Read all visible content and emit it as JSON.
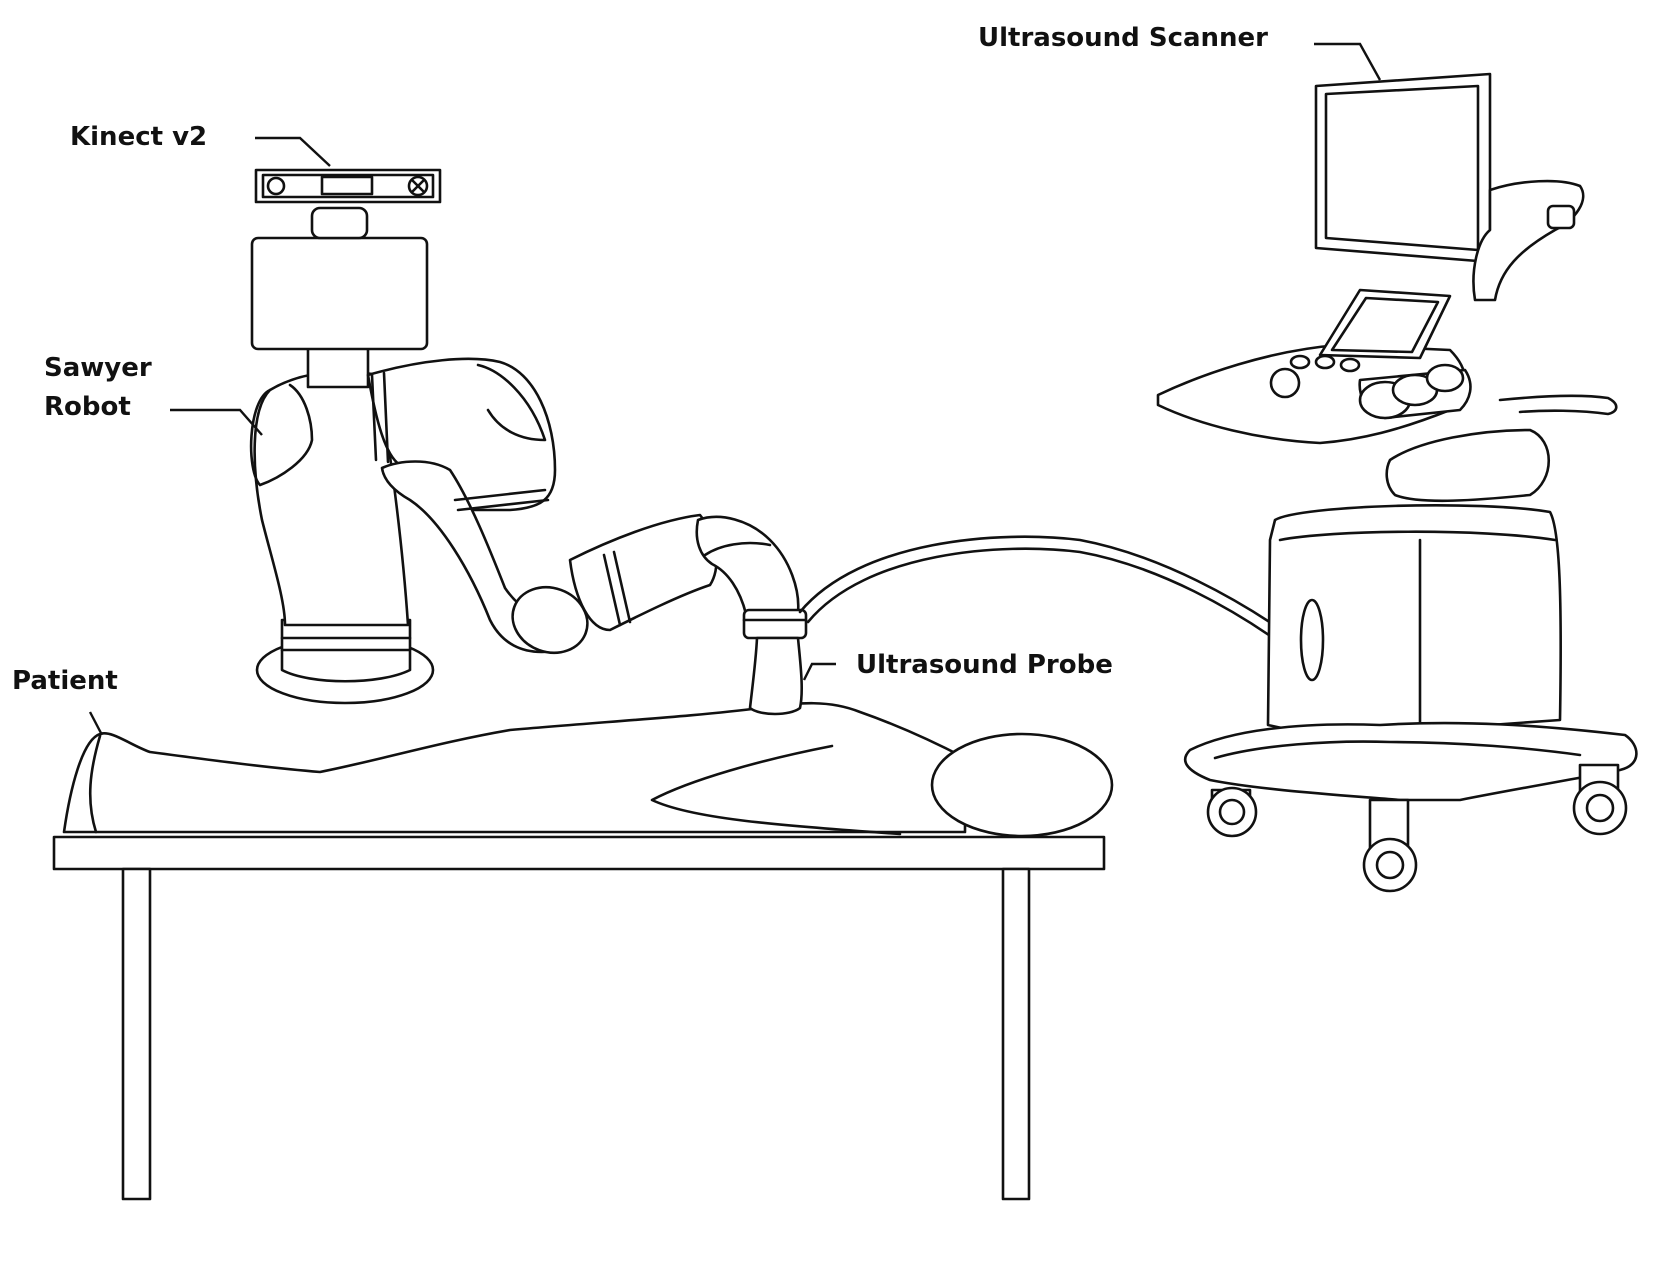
{
  "labels": {
    "kinect": "Kinect v2",
    "sawyer_line1": "Sawyer",
    "sawyer_line2": "Robot",
    "patient": "Patient",
    "probe": "Ultrasound Probe",
    "scanner": "Ultrasound Scanner"
  },
  "colors": {
    "ink": "#111111",
    "background": "#ffffff"
  }
}
